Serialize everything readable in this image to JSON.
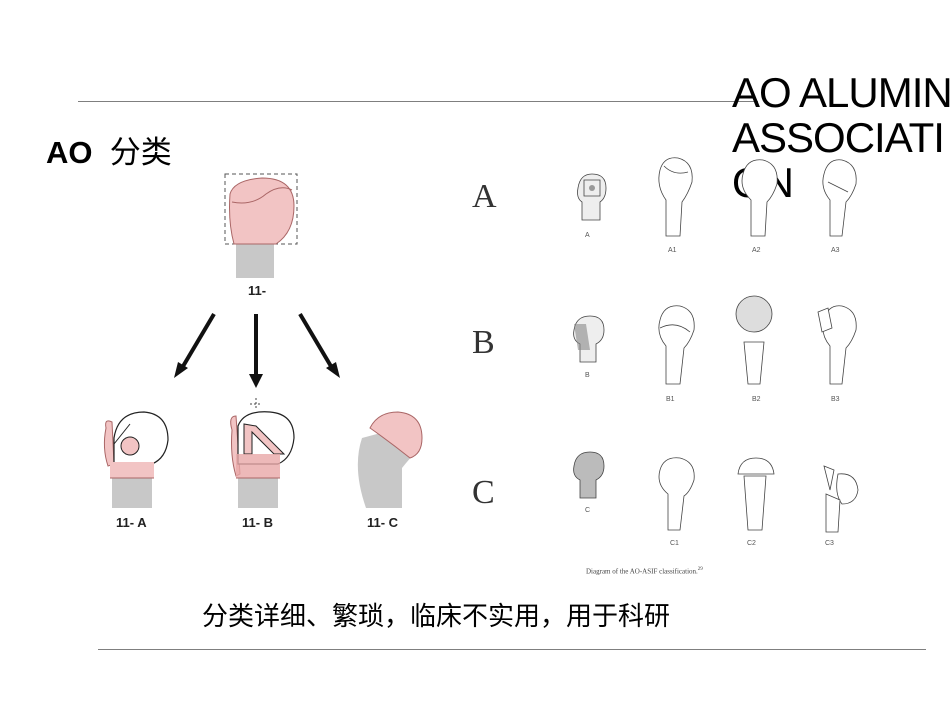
{
  "corner_title": "AO ALUMINI\nASSOCIATI\nON",
  "heading": {
    "ao": "AO",
    "text": "分类"
  },
  "left_diagram": {
    "top_label": "11-",
    "labels": [
      "11- A",
      "11- B",
      "11- C"
    ]
  },
  "right_diagram": {
    "rows": [
      {
        "letter": "A",
        "items": [
          "A",
          "A1",
          "A2",
          "A3"
        ]
      },
      {
        "letter": "B",
        "items": [
          "B",
          "B1",
          "B2",
          "B3"
        ]
      },
      {
        "letter": "C",
        "items": [
          "C",
          "C1",
          "C2",
          "C3"
        ]
      }
    ],
    "caption": "Diagram of the AO-ASIF classification.",
    "caption_ref": "29"
  },
  "footer_caption": "分类详细、繁琐，临床不实用，用于科研",
  "colors": {
    "pink": "#f2c4c4",
    "pink_dark": "#e8a8a8",
    "gray": "#c8c8c8",
    "rule": "#7f7f7f"
  }
}
